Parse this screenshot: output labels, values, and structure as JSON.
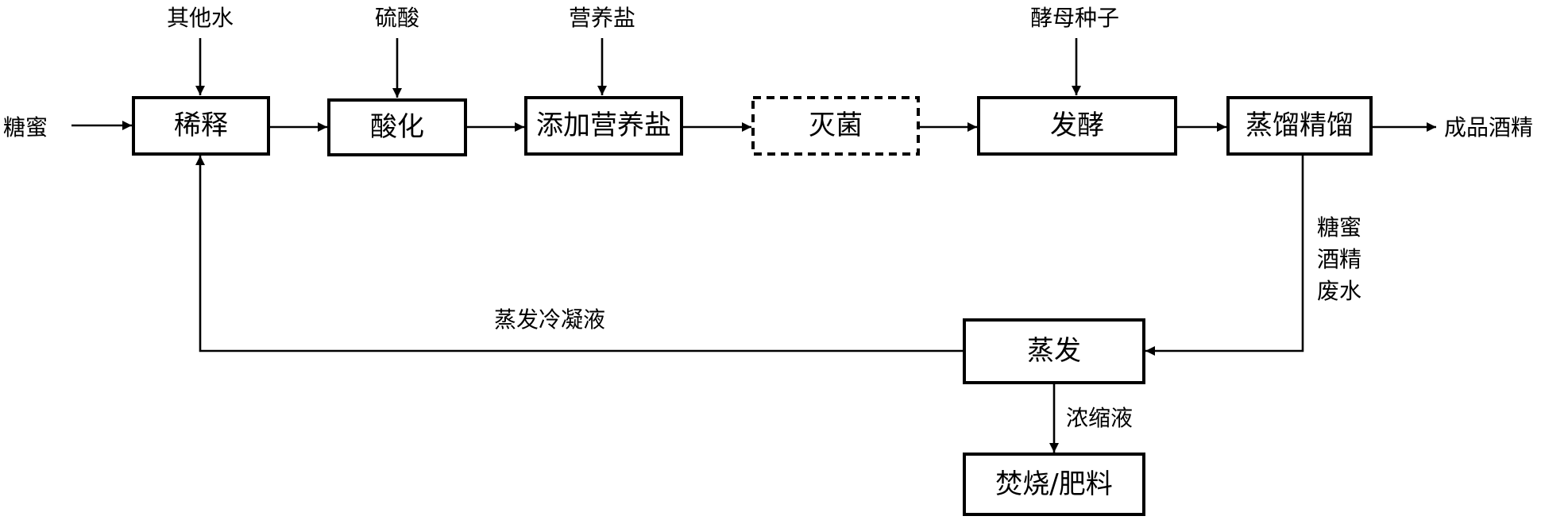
{
  "colors": {
    "stroke": "#000000",
    "text": "#000000",
    "background": "#ffffff"
  },
  "inputs": {
    "molasses": "糖蜜",
    "other_water": "其他水",
    "sulfuric_acid": "硫酸",
    "nutrient_salt": "营养盐",
    "yeast_seed": "酵母种子"
  },
  "boxes": {
    "dilution": "稀释",
    "acidification": "酸化",
    "add_nutrient": "添加营养盐",
    "sterilization": "灭菌",
    "fermentation": "发酵",
    "distillation": "蒸馏精馏",
    "evaporation": "蒸发",
    "incineration": "焚烧/肥料"
  },
  "outputs": {
    "product": "成品酒精",
    "wastewater_lines": [
      "糖蜜",
      "酒精",
      "废水"
    ],
    "condensate": "蒸发冷凝液",
    "concentrate": "浓缩液"
  }
}
